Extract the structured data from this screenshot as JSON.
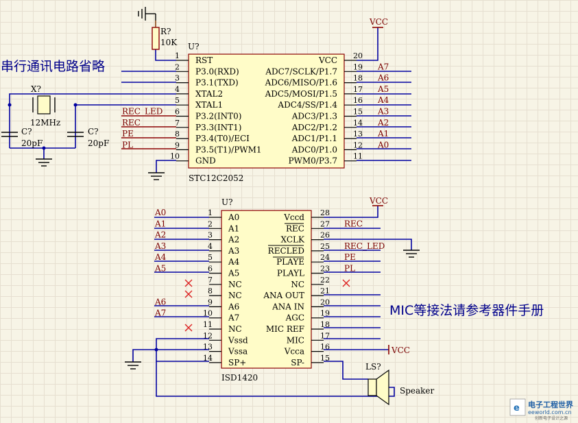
{
  "notes": {
    "serial": "串行通讯电路省略",
    "mic": "MIC等接法请参考器件手册"
  },
  "mcu": {
    "ref": "U?",
    "part": "STC12C2052",
    "left_pins": [
      {
        "num": "1",
        "name": "RST"
      },
      {
        "num": "2",
        "name": "P3.0(RXD)"
      },
      {
        "num": "3",
        "name": "P3.1(TXD)"
      },
      {
        "num": "4",
        "name": "XTAL2"
      },
      {
        "num": "5",
        "name": "XTAL1"
      },
      {
        "num": "6",
        "name": "P3.2(INT0)"
      },
      {
        "num": "7",
        "name": "P3.3(INT1)"
      },
      {
        "num": "8",
        "name": "P3.4(T0)/ECI"
      },
      {
        "num": "9",
        "name": "P3.5(T1)/PWM1"
      },
      {
        "num": "10",
        "name": "GND"
      }
    ],
    "right_pins": [
      {
        "num": "20",
        "name": "VCC"
      },
      {
        "num": "19",
        "name": "ADC7/SCLK/P1.7"
      },
      {
        "num": "18",
        "name": "ADC6/MISO/P1.6"
      },
      {
        "num": "17",
        "name": "ADC5/MOSI/P1.5"
      },
      {
        "num": "16",
        "name": "ADC4/SS/P1.4"
      },
      {
        "num": "15",
        "name": "ADC3/P1.3"
      },
      {
        "num": "14",
        "name": "ADC2/P1.2"
      },
      {
        "num": "13",
        "name": "ADC1/P1.1"
      },
      {
        "num": "12",
        "name": "ADC0/P1.0"
      },
      {
        "num": "11",
        "name": "PWM0/P3.7"
      }
    ],
    "left_nets": [
      "",
      "",
      "",
      "",
      "",
      "REC_LED",
      "REC",
      "PE",
      "PL",
      ""
    ],
    "right_nets": [
      "",
      "A7",
      "A6",
      "A5",
      "A4",
      "A3",
      "A2",
      "A1",
      "A0",
      ""
    ]
  },
  "isd": {
    "ref": "U?",
    "part": "ISD1420",
    "left_pins": [
      {
        "num": "1",
        "name": "A0"
      },
      {
        "num": "2",
        "name": "A1"
      },
      {
        "num": "3",
        "name": "A2"
      },
      {
        "num": "4",
        "name": "A3"
      },
      {
        "num": "5",
        "name": "A4"
      },
      {
        "num": "6",
        "name": "A5"
      },
      {
        "num": "7",
        "name": "NC"
      },
      {
        "num": "8",
        "name": "NC"
      },
      {
        "num": "9",
        "name": "A6"
      },
      {
        "num": "10",
        "name": "A7"
      },
      {
        "num": "11",
        "name": "NC"
      },
      {
        "num": "12",
        "name": "Vssd"
      },
      {
        "num": "13",
        "name": "Vssa"
      },
      {
        "num": "14",
        "name": "SP+"
      }
    ],
    "right_pins": [
      {
        "num": "28",
        "name": "Vccd"
      },
      {
        "num": "27",
        "name": "REC"
      },
      {
        "num": "26",
        "name": "XCLK"
      },
      {
        "num": "25",
        "name": "RECLED"
      },
      {
        "num": "24",
        "name": "PLAYE"
      },
      {
        "num": "23",
        "name": "PLAYL"
      },
      {
        "num": "22",
        "name": "NC"
      },
      {
        "num": "21",
        "name": "ANA OUT"
      },
      {
        "num": "20",
        "name": "ANA IN"
      },
      {
        "num": "19",
        "name": "AGC"
      },
      {
        "num": "18",
        "name": "MIC REF"
      },
      {
        "num": "17",
        "name": "MIC"
      },
      {
        "num": "16",
        "name": "Vcca"
      },
      {
        "num": "15",
        "name": "SP-"
      }
    ],
    "left_nets": [
      "A0",
      "A1",
      "A2",
      "A3",
      "A4",
      "A5",
      "",
      "",
      "A6",
      "A7",
      "",
      "",
      "",
      ""
    ],
    "right_nets": [
      "",
      "REC",
      "",
      "REC_LED",
      "PE",
      "PL",
      "",
      "",
      "",
      "",
      "",
      "",
      "",
      ""
    ]
  },
  "parts": {
    "resistor": {
      "ref": "R?",
      "value": "10K"
    },
    "crystal": {
      "ref": "X?",
      "value": "12MHz"
    },
    "cap1": {
      "ref": "C?",
      "value": "20pF"
    },
    "cap2": {
      "ref": "C?",
      "value": "20pF"
    },
    "speaker": {
      "ref": "LS?",
      "value": "Speaker"
    }
  },
  "power": {
    "vcc1": "VCC",
    "vcc2": "VCC",
    "vcc3": "VCC"
  },
  "logo": {
    "cn": "电子工程世界",
    "en": "eeworld.com.cn",
    "sub": "创新电子设计之源"
  }
}
